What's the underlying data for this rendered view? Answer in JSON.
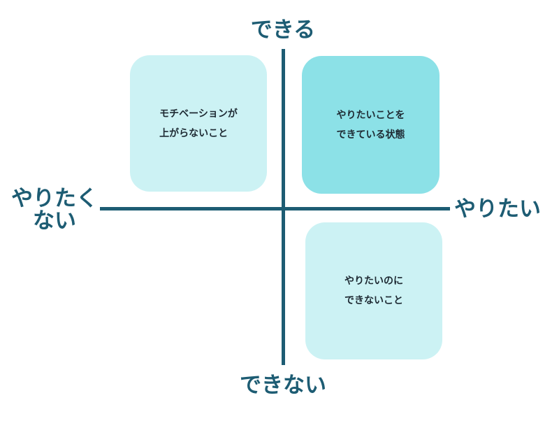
{
  "axes": {
    "top": "できる",
    "bottom": "できない",
    "right": "やりたい",
    "left_line1": "やりたく",
    "left_line2": "ない"
  },
  "quadrants": {
    "top_left": {
      "line1": "モチベーションが",
      "line2": "上がらないこと"
    },
    "top_right": {
      "line1": "やりたいことを",
      "line2": "できている状態"
    },
    "bottom_right": {
      "line1": "やりたいのに",
      "line2": "できないこと"
    }
  },
  "colors": {
    "axis": "#1d5c73",
    "quadrant_light": "#ccf2f4",
    "quadrant_highlight": "#8ce1e7",
    "text": "#1e2a33"
  }
}
